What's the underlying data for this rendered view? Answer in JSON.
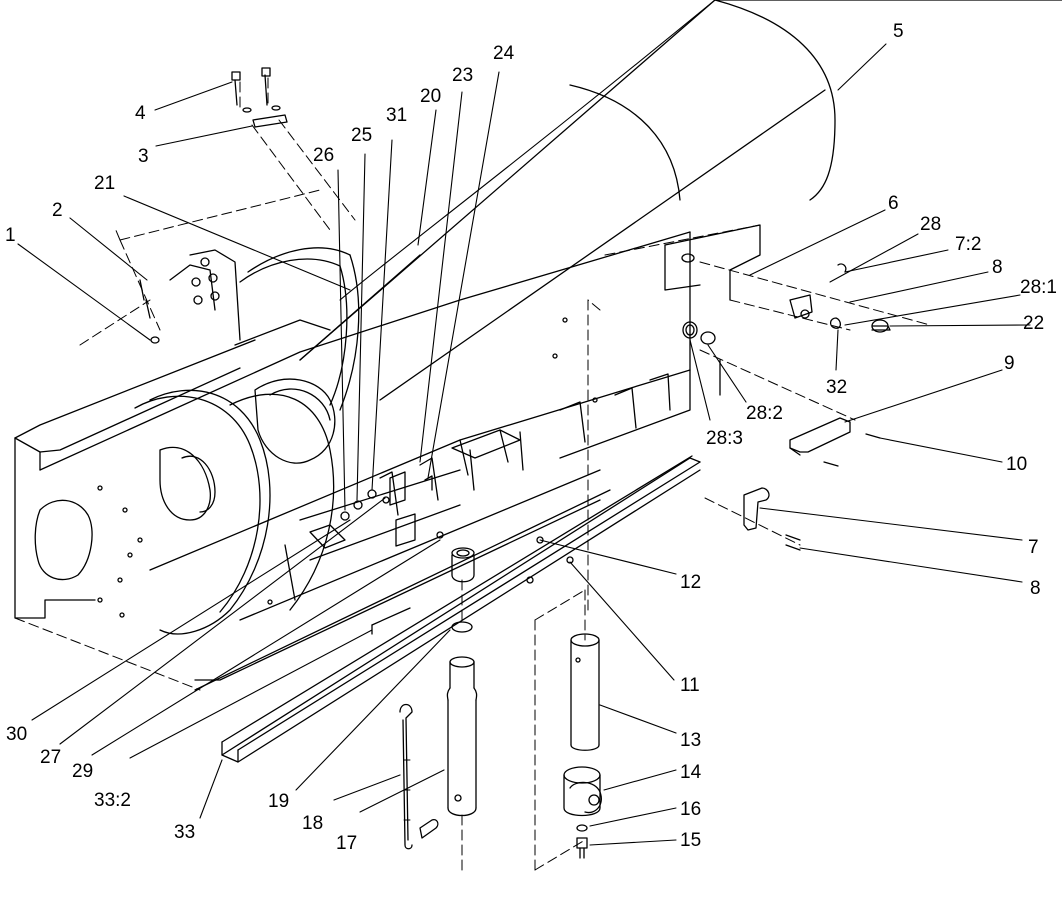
{
  "figure": {
    "type": "exploded-parts-diagram",
    "line_color": "#000000",
    "background": "#ffffff"
  },
  "callouts": [
    {
      "id": "c1",
      "label": "1"
    },
    {
      "id": "c2",
      "label": "2"
    },
    {
      "id": "c3",
      "label": "3"
    },
    {
      "id": "c4",
      "label": "4"
    },
    {
      "id": "c5",
      "label": "5"
    },
    {
      "id": "c6",
      "label": "6"
    },
    {
      "id": "c7",
      "label": "7"
    },
    {
      "id": "c7_2",
      "label": "7:2"
    },
    {
      "id": "c8a",
      "label": "8"
    },
    {
      "id": "c8b",
      "label": "8"
    },
    {
      "id": "c9",
      "label": "9"
    },
    {
      "id": "c10",
      "label": "10"
    },
    {
      "id": "c11",
      "label": "11"
    },
    {
      "id": "c12",
      "label": "12"
    },
    {
      "id": "c13",
      "label": "13"
    },
    {
      "id": "c14",
      "label": "14"
    },
    {
      "id": "c15",
      "label": "15"
    },
    {
      "id": "c16",
      "label": "16"
    },
    {
      "id": "c17",
      "label": "17"
    },
    {
      "id": "c18",
      "label": "18"
    },
    {
      "id": "c19",
      "label": "19"
    },
    {
      "id": "c20",
      "label": "20"
    },
    {
      "id": "c21",
      "label": "21"
    },
    {
      "id": "c22",
      "label": "22"
    },
    {
      "id": "c23",
      "label": "23"
    },
    {
      "id": "c24",
      "label": "24"
    },
    {
      "id": "c25",
      "label": "25"
    },
    {
      "id": "c26",
      "label": "26"
    },
    {
      "id": "c27",
      "label": "27"
    },
    {
      "id": "c28",
      "label": "28"
    },
    {
      "id": "c28_1",
      "label": "28:1"
    },
    {
      "id": "c28_2",
      "label": "28:2"
    },
    {
      "id": "c28_3",
      "label": "28:3"
    },
    {
      "id": "c29",
      "label": "29"
    },
    {
      "id": "c30",
      "label": "30"
    },
    {
      "id": "c31",
      "label": "31"
    },
    {
      "id": "c32",
      "label": "32"
    },
    {
      "id": "c33",
      "label": "33"
    },
    {
      "id": "c33_2",
      "label": "33:2"
    }
  ]
}
